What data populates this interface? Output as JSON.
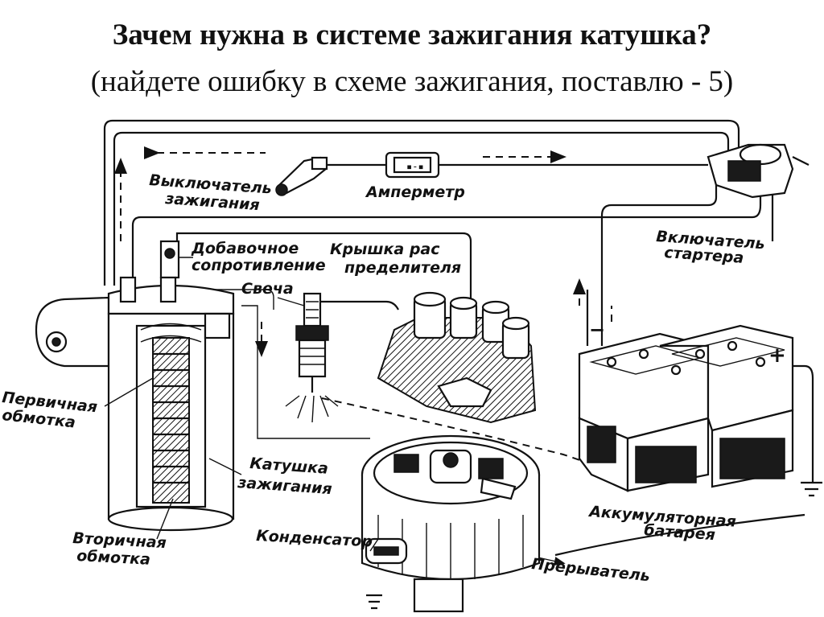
{
  "title": "Зачем нужна в системе зажигания катушка?",
  "subtitle": "(найдете ошибку в схеме зажигания, поставлю - 5)",
  "labels": {
    "ignition_switch": [
      "Выключатель",
      "зажигания"
    ],
    "ammeter": "Амперметр",
    "starter_switch": [
      "Включатель",
      "стартера"
    ],
    "extra_resistance": [
      "Добавочное",
      "сопротивление"
    ],
    "distributor_cap": [
      "Крышка рас",
      "пределителя"
    ],
    "spark_plug": "Свеча",
    "primary_winding": [
      "Первичная",
      "обмотка"
    ],
    "ignition_coil": [
      "Катушка",
      "зажигания"
    ],
    "secondary_winding": [
      "Вторичная",
      "обмотка"
    ],
    "condenser": "Конденсатор",
    "battery": [
      "Аккумуляторная",
      "батарея"
    ],
    "breaker": "Прерыватель"
  },
  "polarity": {
    "minus": "−",
    "plus": "+"
  }
}
